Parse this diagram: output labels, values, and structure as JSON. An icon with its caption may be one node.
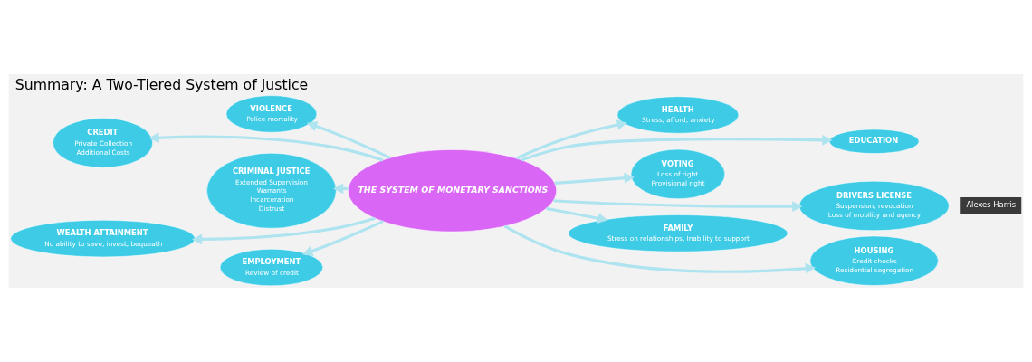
{
  "diagram": {
    "title": "Summary: A Two-Tiered System of Justice",
    "nodes": [
      {
        "text": [
          "VIOLENCE",
          "Police mortality"
        ]
      },
      {
        "text": [
          "HEALTH",
          "Stress, afford, anxiety"
        ]
      },
      {
        "text": [
          "EDUCATION"
        ]
      },
      {
        "text": [
          "CREDIT",
          "Private Collection",
          "Additional Costs"
        ]
      },
      {
        "text": [
          "VOTING",
          "Loss of right",
          "Provisional right"
        ]
      },
      {
        "text": [
          "THE SYSTEM OF MONETARY SANCTIONS"
        ]
      },
      {
        "text": [
          "CRIMINAL JUSTICE",
          "Extended Supervision",
          "Warrants",
          "Incarceration",
          "Distrust"
        ]
      },
      {
        "text": [
          "DRIVERS LICENSE",
          "Suspension, revocation",
          "Loss of mobility and agency"
        ]
      },
      {
        "text": [
          "WEALTH ATTAINMENT",
          "No ability to save, invest, bequeath"
        ]
      },
      {
        "text": [
          "FAMILY",
          "Stress on relationships, Inability to support"
        ]
      },
      {
        "text": [
          "EMPLOYMENT",
          "Review of credit"
        ]
      },
      {
        "text": [
          "HOUSING",
          "Credit checks",
          "Residential segregation"
        ]
      }
    ],
    "edges": [
      {
        "from": 5,
        "to": 1,
        "arrow": "to"
      },
      {
        "from": 5,
        "to": 2,
        "arrow": "to"
      },
      {
        "from": 5,
        "to": 4,
        "arrow": "to"
      },
      {
        "from": 5,
        "to": 7,
        "arrow": "to"
      },
      {
        "from": 5,
        "to": 9,
        "arrow": "to"
      },
      {
        "from": 5,
        "to": 11,
        "arrow": "to"
      },
      {
        "from": 5,
        "to": 10,
        "arrow": "to"
      },
      {
        "from": 5,
        "to": 8,
        "arrow": "to"
      },
      {
        "from": 5,
        "to": 6,
        "arrow": "to"
      },
      {
        "from": 5,
        "to": 3,
        "arrow": "to"
      },
      {
        "from": 5,
        "to": 0,
        "arrow": "to"
      }
    ],
    "labels": [
      "Alexes Harris"
    ]
  }
}
